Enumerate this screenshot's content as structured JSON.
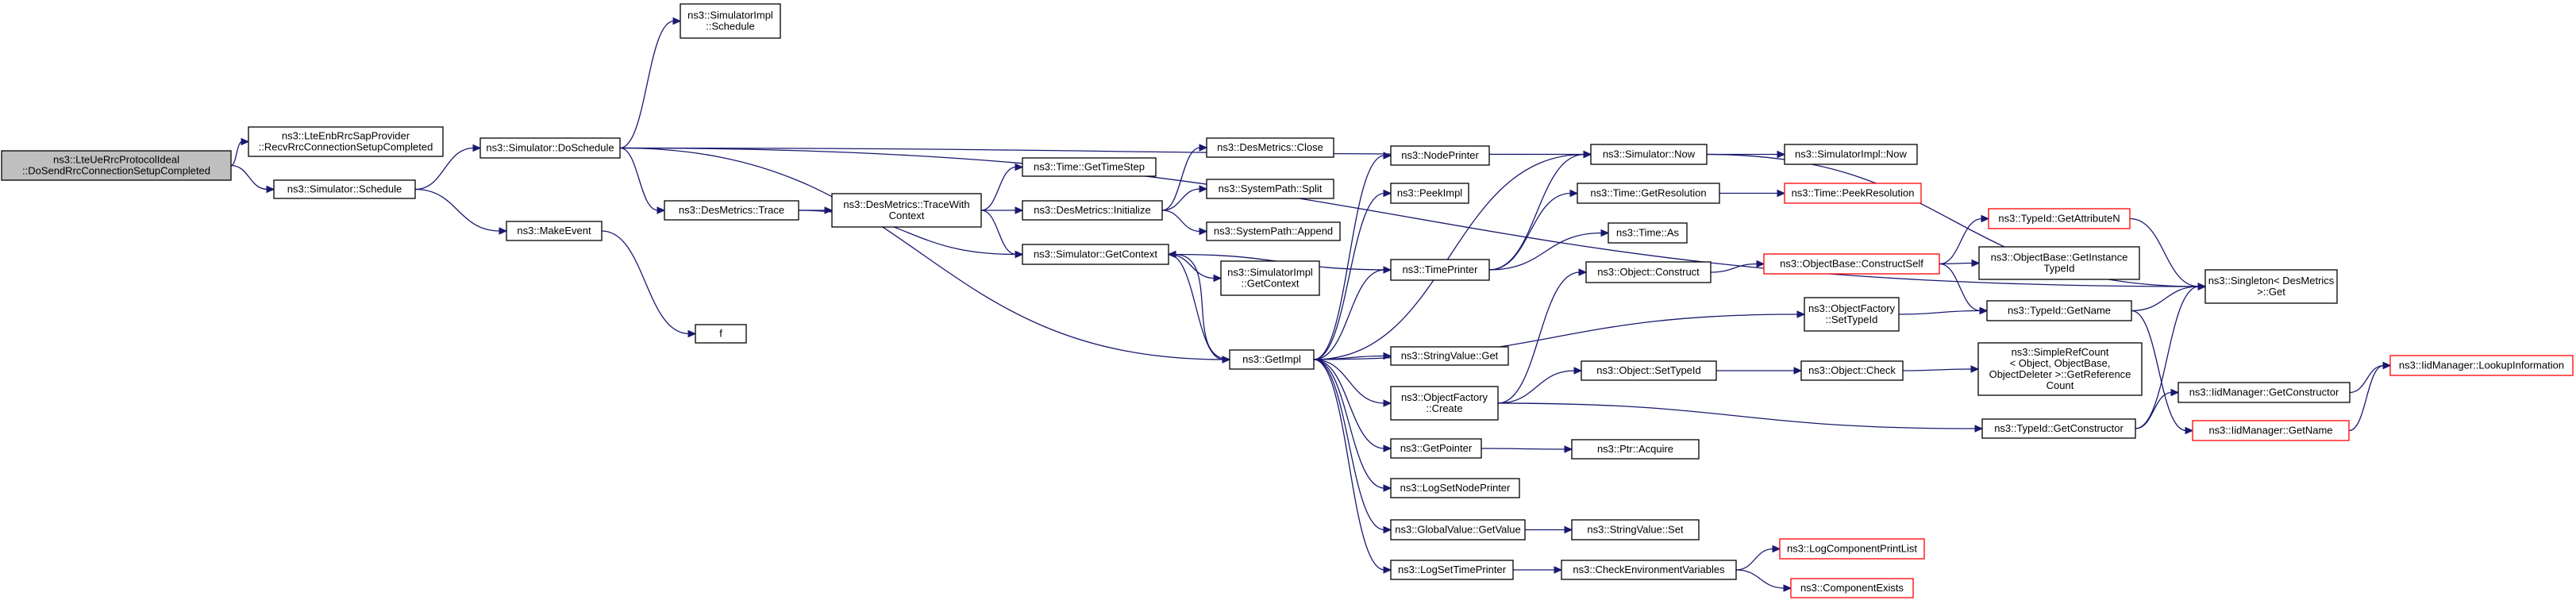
{
  "nodes": [
    {
      "id": "root",
      "lines": [
        "ns3::LteUeRrcProtocolIdeal",
        "::DoSendRrcConnectionSetupCompleted"
      ],
      "style": "root"
    },
    {
      "id": "recv",
      "lines": [
        "ns3::LteEnbRrcSapProvider",
        "::RecvRrcConnectionSetupCompleted"
      ],
      "style": "normal"
    },
    {
      "id": "schedule",
      "lines": [
        "ns3::Simulator::Schedule"
      ],
      "style": "normal"
    },
    {
      "id": "doschedule",
      "lines": [
        "ns3::Simulator::DoSchedule"
      ],
      "style": "normal"
    },
    {
      "id": "makeevent",
      "lines": [
        "ns3::MakeEvent"
      ],
      "style": "normal"
    },
    {
      "id": "f",
      "lines": [
        "f"
      ],
      "style": "normal"
    },
    {
      "id": "simimplschedule",
      "lines": [
        "ns3::SimulatorImpl",
        "::Schedule"
      ],
      "style": "normal"
    },
    {
      "id": "desmetricstrace",
      "lines": [
        "ns3::DesMetrics::Trace"
      ],
      "style": "normal"
    },
    {
      "id": "tracewithcontext",
      "lines": [
        "ns3::DesMetrics::TraceWith",
        "Context"
      ],
      "style": "normal"
    },
    {
      "id": "gettimestep",
      "lines": [
        "ns3::Time::GetTimeStep"
      ],
      "style": "normal"
    },
    {
      "id": "desinit",
      "lines": [
        "ns3::DesMetrics::Initialize"
      ],
      "style": "normal"
    },
    {
      "id": "desclose",
      "lines": [
        "ns3::DesMetrics::Close"
      ],
      "style": "normal"
    },
    {
      "id": "split",
      "lines": [
        "ns3::SystemPath::Split"
      ],
      "style": "normal"
    },
    {
      "id": "append",
      "lines": [
        "ns3::SystemPath::Append"
      ],
      "style": "normal"
    },
    {
      "id": "getcontext",
      "lines": [
        "ns3::Simulator::GetContext"
      ],
      "style": "normal"
    },
    {
      "id": "implgetcontext",
      "lines": [
        "ns3::SimulatorImpl",
        "::GetContext"
      ],
      "style": "normal"
    },
    {
      "id": "getimpl",
      "lines": [
        "ns3::GetImpl"
      ],
      "style": "normal"
    },
    {
      "id": "nodeprinter",
      "lines": [
        "ns3::NodePrinter"
      ],
      "style": "normal"
    },
    {
      "id": "peekimpl",
      "lines": [
        "ns3::PeekImpl"
      ],
      "style": "normal"
    },
    {
      "id": "timeprinter",
      "lines": [
        "ns3::TimePrinter"
      ],
      "style": "normal"
    },
    {
      "id": "stringvalueget",
      "lines": [
        "ns3::StringValue::Get"
      ],
      "style": "normal"
    },
    {
      "id": "objfactorycreate",
      "lines": [
        "ns3::ObjectFactory",
        "::Create"
      ],
      "style": "normal"
    },
    {
      "id": "getpointer",
      "lines": [
        "ns3::GetPointer"
      ],
      "style": "normal"
    },
    {
      "id": "logsetnodeprinter",
      "lines": [
        "ns3::LogSetNodePrinter"
      ],
      "style": "normal"
    },
    {
      "id": "globalvaluegetvalue",
      "lines": [
        "ns3::GlobalValue::GetValue"
      ],
      "style": "normal"
    },
    {
      "id": "logsettimeprinter",
      "lines": [
        "ns3::LogSetTimePrinter"
      ],
      "style": "normal"
    },
    {
      "id": "simnow",
      "lines": [
        "ns3::Simulator::Now"
      ],
      "style": "normal"
    },
    {
      "id": "implnow",
      "lines": [
        "ns3::SimulatorImpl::Now"
      ],
      "style": "normal"
    },
    {
      "id": "getresolution",
      "lines": [
        "ns3::Time::GetResolution"
      ],
      "style": "normal"
    },
    {
      "id": "peekresolution",
      "lines": [
        "ns3::Time::PeekResolution"
      ],
      "style": "red"
    },
    {
      "id": "timeas",
      "lines": [
        "ns3::Time::As"
      ],
      "style": "normal"
    },
    {
      "id": "objconstruct",
      "lines": [
        "ns3::Object::Construct"
      ],
      "style": "normal"
    },
    {
      "id": "constructself",
      "lines": [
        "ns3::ObjectBase::ConstructSelf"
      ],
      "style": "red"
    },
    {
      "id": "getattributen",
      "lines": [
        "ns3::TypeId::GetAttributeN"
      ],
      "style": "red"
    },
    {
      "id": "getinstancetypeid",
      "lines": [
        "ns3::ObjectBase::GetInstance",
        "TypeId"
      ],
      "style": "normal"
    },
    {
      "id": "settypeidfactory",
      "lines": [
        "ns3::ObjectFactory",
        "::SetTypeId"
      ],
      "style": "normal"
    },
    {
      "id": "typeidgetname",
      "lines": [
        "ns3::TypeId::GetName"
      ],
      "style": "normal"
    },
    {
      "id": "singletonget",
      "lines": [
        "ns3::Singleton< DesMetrics",
        " >::Get"
      ],
      "style": "normal"
    },
    {
      "id": "iidgetname",
      "lines": [
        "ns3::IidManager::GetName"
      ],
      "style": "red"
    },
    {
      "id": "lookupinfo",
      "lines": [
        "ns3::IidManager::LookupInformation"
      ],
      "style": "red"
    },
    {
      "id": "objsettypeid",
      "lines": [
        "ns3::Object::SetTypeId"
      ],
      "style": "normal"
    },
    {
      "id": "objcheck",
      "lines": [
        "ns3::Object::Check"
      ],
      "style": "normal"
    },
    {
      "id": "simplerefcount",
      "lines": [
        "ns3::SimpleRefCount",
        "< Object, ObjectBase,",
        " ObjectDeleter >::GetReference",
        "Count"
      ],
      "style": "normal"
    },
    {
      "id": "iidgetconstructor",
      "lines": [
        "ns3::IidManager::GetConstructor"
      ],
      "style": "normal"
    },
    {
      "id": "typeidgetconstructor",
      "lines": [
        "ns3::TypeId::GetConstructor"
      ],
      "style": "normal"
    },
    {
      "id": "ptracquire",
      "lines": [
        "ns3::Ptr::Acquire"
      ],
      "style": "normal"
    },
    {
      "id": "stringvalueset",
      "lines": [
        "ns3::StringValue::Set"
      ],
      "style": "normal"
    },
    {
      "id": "checkenv",
      "lines": [
        "ns3::CheckEnvironmentVariables"
      ],
      "style": "normal"
    },
    {
      "id": "logcompprintlist",
      "lines": [
        "ns3::LogComponentPrintList"
      ],
      "style": "red"
    },
    {
      "id": "compexists",
      "lines": [
        "ns3::ComponentExists"
      ],
      "style": "red"
    }
  ],
  "edges": [
    [
      "root",
      "recv"
    ],
    [
      "root",
      "schedule"
    ],
    [
      "schedule",
      "doschedule"
    ],
    [
      "schedule",
      "makeevent"
    ],
    [
      "makeevent",
      "f"
    ],
    [
      "doschedule",
      "simimplschedule"
    ],
    [
      "doschedule",
      "simnow"
    ],
    [
      "doschedule",
      "singletonget"
    ],
    [
      "doschedule",
      "desmetricstrace"
    ],
    [
      "doschedule",
      "getimpl"
    ],
    [
      "desmetricstrace",
      "tracewithcontext"
    ],
    [
      "desmetricstrace",
      "getcontext"
    ],
    [
      "tracewithcontext",
      "gettimestep"
    ],
    [
      "tracewithcontext",
      "desinit"
    ],
    [
      "tracewithcontext",
      "getcontext"
    ],
    [
      "desinit",
      "desclose"
    ],
    [
      "desinit",
      "split"
    ],
    [
      "desinit",
      "append"
    ],
    [
      "getcontext",
      "implgetcontext"
    ],
    [
      "getcontext",
      "getimpl"
    ],
    [
      "getimpl",
      "nodeprinter"
    ],
    [
      "getimpl",
      "peekimpl"
    ],
    [
      "getimpl",
      "timeprinter"
    ],
    [
      "getimpl",
      "simnow"
    ],
    [
      "getimpl",
      "getcontext"
    ],
    [
      "getimpl",
      "settypeidfactory"
    ],
    [
      "getimpl",
      "stringvalueget"
    ],
    [
      "getimpl",
      "objfactorycreate"
    ],
    [
      "getimpl",
      "getpointer"
    ],
    [
      "getimpl",
      "logsetnodeprinter"
    ],
    [
      "getimpl",
      "globalvaluegetvalue"
    ],
    [
      "getimpl",
      "logsettimeprinter"
    ],
    [
      "timeprinter",
      "simnow"
    ],
    [
      "timeprinter",
      "getresolution"
    ],
    [
      "timeprinter",
      "timeas"
    ],
    [
      "timeprinter",
      "getcontext"
    ],
    [
      "simnow",
      "implnow"
    ],
    [
      "simnow",
      "singletonget"
    ],
    [
      "getresolution",
      "peekresolution"
    ],
    [
      "objfactorycreate",
      "objconstruct"
    ],
    [
      "objfactorycreate",
      "objsettypeid"
    ],
    [
      "objfactorycreate",
      "typeidgetconstructor"
    ],
    [
      "objconstruct",
      "constructself"
    ],
    [
      "constructself",
      "getattributen"
    ],
    [
      "constructself",
      "getinstancetypeid"
    ],
    [
      "constructself",
      "typeidgetname"
    ],
    [
      "getattributen",
      "singletonget"
    ],
    [
      "settypeidfactory",
      "typeidgetname"
    ],
    [
      "typeidgetname",
      "singletonget"
    ],
    [
      "typeidgetname",
      "iidgetname"
    ],
    [
      "iidgetname",
      "lookupinfo"
    ],
    [
      "objsettypeid",
      "objcheck"
    ],
    [
      "objcheck",
      "simplerefcount"
    ],
    [
      "typeidgetconstructor",
      "singletonget"
    ],
    [
      "typeidgetconstructor",
      "iidgetconstructor"
    ],
    [
      "iidgetconstructor",
      "lookupinfo"
    ],
    [
      "getpointer",
      "ptracquire"
    ],
    [
      "globalvaluegetvalue",
      "stringvalueset"
    ],
    [
      "logsettimeprinter",
      "checkenv"
    ],
    [
      "checkenv",
      "logcompprintlist"
    ],
    [
      "checkenv",
      "compexists"
    ]
  ]
}
